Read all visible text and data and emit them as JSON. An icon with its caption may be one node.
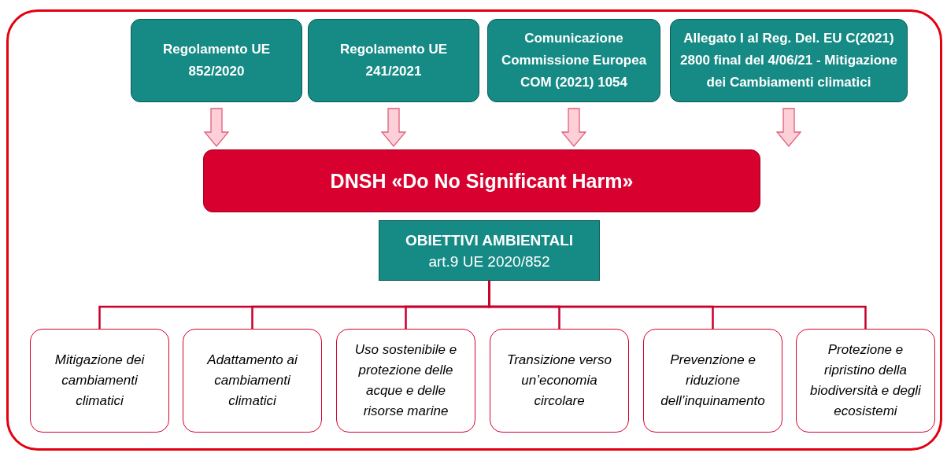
{
  "diagram": {
    "nodes": [
      {
        "text": [
          "Regolamento UE 852/2020"
        ]
      },
      {
        "text": [
          "Regolamento UE 241/2021"
        ]
      },
      {
        "text": [
          "Comunicazione Commissione Europea COM (2021) 1054"
        ]
      },
      {
        "text": [
          "Allegato I al Reg. Del. EU C(2021) 2800 final del 4/06/21 - Mitigazione dei Cambiamenti climatici"
        ]
      },
      {
        "text": [
          "DNSH «Do No Significant Harm»"
        ]
      },
      {
        "text": [
          "OBIETTIVI AMBIENTALI",
          "art.9 UE 2020/852"
        ]
      },
      {
        "text": [
          "Mitigazione dei cambiamenti climatici"
        ]
      },
      {
        "text": [
          "Adattamento ai cambiamenti climatici"
        ]
      },
      {
        "text": [
          "Uso sostenibile e protezione delle acque e delle risorse marine"
        ]
      },
      {
        "text": [
          "Transizione verso un’economia circolare"
        ]
      },
      {
        "text": [
          "Prevenzione e riduzione dell’inquinamento"
        ]
      },
      {
        "text": [
          "Protezione e ripristino della biodiversità e degli ecosistemi"
        ]
      }
    ],
    "edges": [
      {
        "from": 0,
        "to": 4,
        "arrow": "to"
      },
      {
        "from": 1,
        "to": 4,
        "arrow": "to"
      },
      {
        "from": 2,
        "to": 4,
        "arrow": "to"
      },
      {
        "from": 3,
        "to": 4,
        "arrow": "to"
      },
      {
        "from": 5,
        "to": 6,
        "arrow": "none"
      },
      {
        "from": 5,
        "to": 7,
        "arrow": "none"
      },
      {
        "from": 5,
        "to": 8,
        "arrow": "none"
      },
      {
        "from": 5,
        "to": 9,
        "arrow": "none"
      },
      {
        "from": 5,
        "to": 10,
        "arrow": "none"
      },
      {
        "from": 5,
        "to": 11,
        "arrow": "none"
      }
    ]
  }
}
